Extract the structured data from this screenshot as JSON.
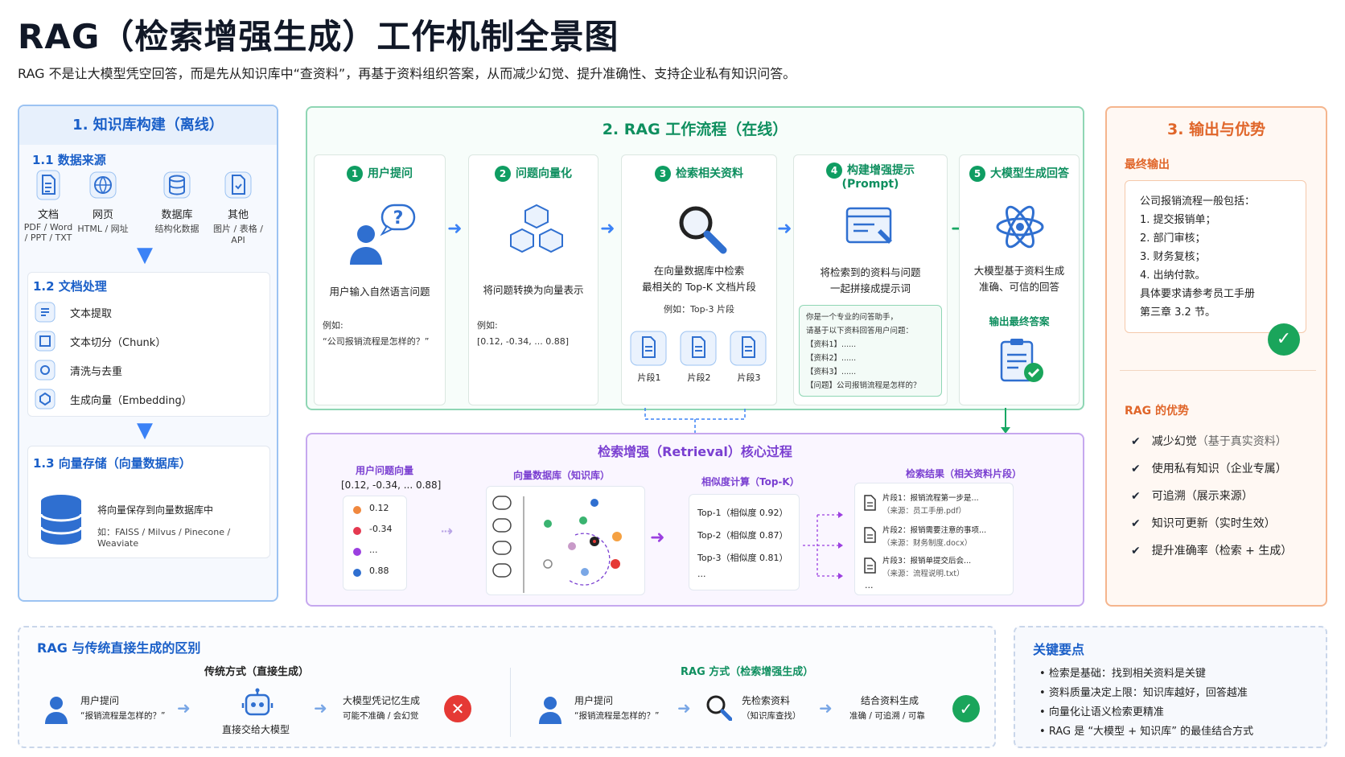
{
  "title": "RAG（检索增强生成）工作机制全景图",
  "subtitle": "RAG 不是让大模型凭空回答，而是先从知识库中“查资料”，再基于资料组织答案，从而减少幻觉、提升准确性、支持企业私有知识问答。",
  "panel1": {
    "title": "1. 知识库构建（离线）",
    "s11": "1.1 数据来源",
    "sources": [
      {
        "label": "文档",
        "sub": "PDF / Word / PPT / TXT"
      },
      {
        "label": "网页",
        "sub": "HTML / 网址"
      },
      {
        "label": "数据库",
        "sub": "结构化数据"
      },
      {
        "label": "其他",
        "sub": "图片 / 表格 / API"
      }
    ],
    "s12": "1.2 文档处理",
    "processing": [
      "文本提取",
      "文本切分（Chunk）",
      "清洗与去重",
      "生成向量（Embedding）"
    ],
    "s13": "1.3 向量存储（向量数据库）",
    "store_main": "将向量保存到向量数据库中",
    "store_sub": "如：FAISS / Milvus / Pinecone / Weaviate"
  },
  "panel2": {
    "title": "2. RAG 工作流程（在线）",
    "steps": [
      {
        "num": "1",
        "title": "用户提问",
        "text": "用户输入自然语言问题",
        "ex_label": "例如:",
        "ex": "“公司报销流程是怎样的？”"
      },
      {
        "num": "2",
        "title": "问题向量化",
        "text": "将问题转换为向量表示",
        "ex_label": "例如:",
        "ex": "[0.12, -0.34, ... 0.88]"
      },
      {
        "num": "3",
        "title": "检索相关资料",
        "text1": "在向量数据库中检索",
        "text2": "最相关的 Top-K 文档片段",
        "ex": "例如：Top-3 片段",
        "chunks": [
          "片段1",
          "片段2",
          "片段3"
        ]
      },
      {
        "num": "4",
        "title": "构建增强提示",
        "title2": "(Prompt)",
        "text1": "将检索到的资料与问题",
        "text2": "一起拼接成提示词",
        "prompt": [
          "你是一个专业的问答助手，",
          "请基于以下资料回答用户问题：",
          "【资料1】......",
          "【资料2】......",
          "【资料3】......",
          "【问题】公司报销流程是怎样的？"
        ]
      },
      {
        "num": "5",
        "title": "大模型生成回答",
        "text1": "大模型基于资料生成",
        "text2": "准确、可信的回答",
        "out": "输出最终答案"
      }
    ]
  },
  "retrieval": {
    "title": "检索增强（Retrieval）核心过程",
    "qv_title": "用户问题向量",
    "qv_value": "[0.12, -0.34, ... 0.88]",
    "qv_items": [
      "0.12",
      "-0.34",
      "...",
      "0.88"
    ],
    "vdb_title": "向量数据库（知识库）",
    "sim_title": "相似度计算（Top-K）",
    "sim_items": [
      "Top-1（相似度 0.92）",
      "Top-2（相似度 0.87）",
      "Top-3（相似度 0.81）",
      "..."
    ],
    "res_title": "检索结果（相关资料片段）",
    "results": [
      {
        "t": "片段1：报销流程第一步是...",
        "s": "（来源：员工手册.pdf）"
      },
      {
        "t": "片段2：报销需要注意的事项...",
        "s": "（来源：财务制度.docx）"
      },
      {
        "t": "片段3：报销单提交后会...",
        "s": "（来源：流程说明.txt）"
      }
    ],
    "res_more": "..."
  },
  "panel3": {
    "title": "3. 输出与优势",
    "final_label": "最终输出",
    "final_lines": [
      "公司报销流程一般包括：",
      "1. 提交报销单；",
      "2. 部门审核；",
      "3. 财务复核；",
      "4. 出纳付款。",
      "具体要求请参考员工手册",
      "第三章 3.2 节。"
    ],
    "adv_label": "RAG 的优势",
    "advantages": [
      {
        "a": "减少幻觉",
        "b": "（基于真实资料）"
      },
      {
        "a": "使用私有知识",
        "b": "（企业专属）"
      },
      {
        "a": "可追溯",
        "b": "（展示来源）"
      },
      {
        "a": "知识可更新",
        "b": "（实时生效）"
      },
      {
        "a": "提升准确率",
        "b": "（检索 + 生成）"
      }
    ]
  },
  "diff": {
    "title": "RAG 与传统直接生成的区别",
    "trad_title": "传统方式（直接生成）",
    "trad": {
      "q": "用户提问",
      "qs": "“报销流程是怎样的？”",
      "mid": "直接交给大模型",
      "r": "大模型凭记忆生成",
      "rs": "可能不准确 / 会幻觉"
    },
    "rag_title": "RAG 方式（检索增强生成）",
    "rag": {
      "q": "用户提问",
      "qs": "“报销流程是怎样的？”",
      "m": "先检索资料",
      "ms": "（知识库查找）",
      "r": "结合资料生成",
      "rs": "准确 / 可追溯 / 可靠"
    }
  },
  "key": {
    "title": "关键要点",
    "items": [
      "检索是基础：找到相关资料是关键",
      "资料质量决定上限：知识库越好，回答越准",
      "向量化让语义检索更精准",
      "RAG 是 “大模型 + 知识库” 的最佳结合方式"
    ]
  },
  "colors": {
    "blue": "#1a5fc8",
    "green": "#0f8f5f",
    "orange": "#e0662a",
    "purple": "#7a3fd1"
  }
}
